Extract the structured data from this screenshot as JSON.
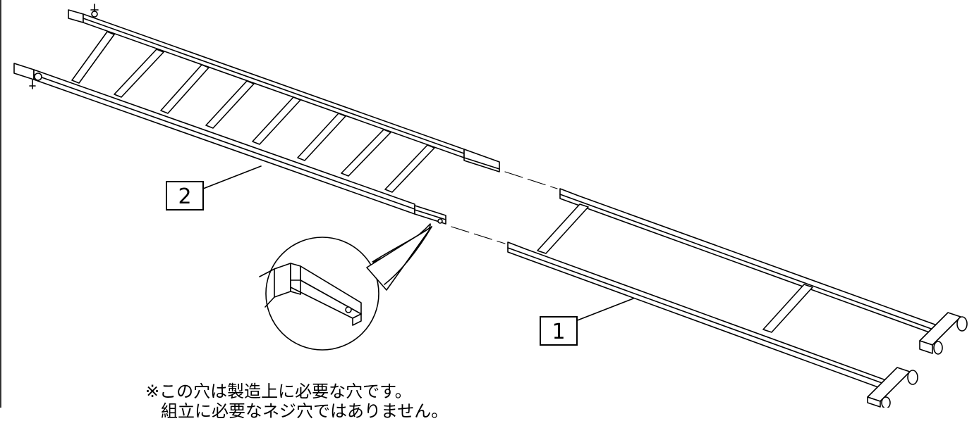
{
  "labels": {
    "part1": "1",
    "part2": "2"
  },
  "note": {
    "line1": "※この穴は製造上に必要な穴です。",
    "line2": "組立に必要なネジ穴ではありません。"
  }
}
